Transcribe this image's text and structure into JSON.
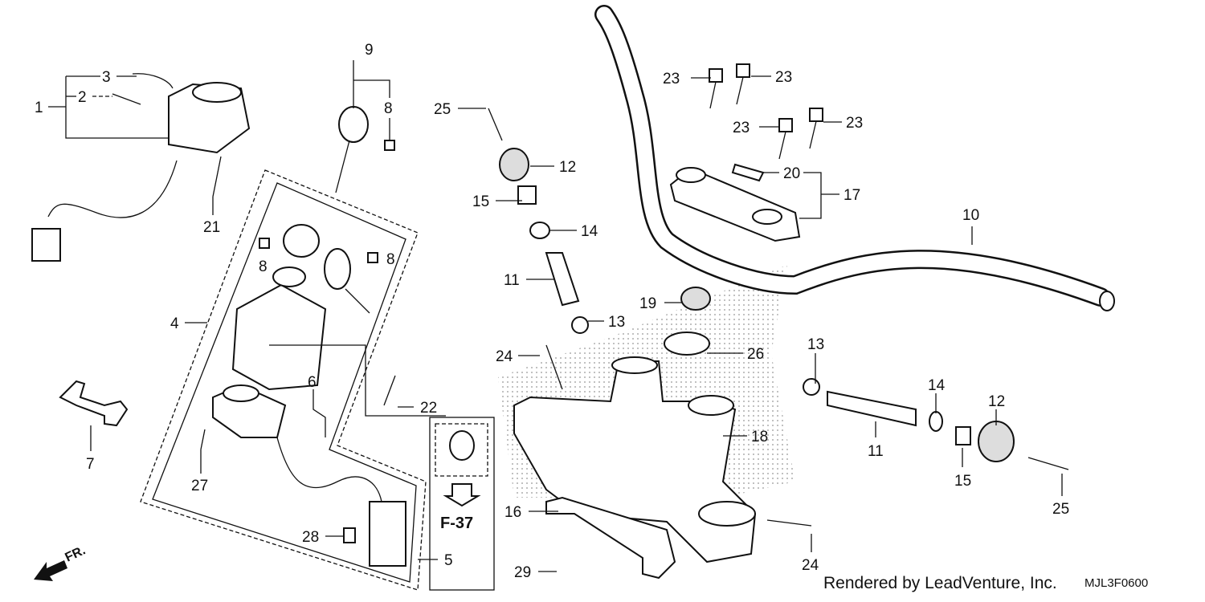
{
  "callouts": {
    "c1": "1",
    "c2": "2",
    "c3": "3",
    "c4": "4",
    "c5": "5",
    "c6": "6",
    "c7": "7",
    "c8a": "8",
    "c8b": "8",
    "c8c": "8",
    "c9": "9",
    "c10": "10",
    "c11a": "11",
    "c11b": "11",
    "c12a": "12",
    "c12b": "12",
    "c13a": "13",
    "c13b": "13",
    "c14a": "14",
    "c14b": "14",
    "c15a": "15",
    "c15b": "15",
    "c16": "16",
    "c17": "17",
    "c18": "18",
    "c19": "19",
    "c20": "20",
    "c21": "21",
    "c22": "22",
    "c23a": "23",
    "c23b": "23",
    "c23c": "23",
    "c23d": "23",
    "c24a": "24",
    "c24b": "24",
    "c25a": "25",
    "c25b": "25",
    "c26": "26",
    "c27": "27",
    "c28": "28",
    "c29": "29"
  },
  "ref": "F-37",
  "fr": "FR.",
  "footer": "Rendered by LeadVenture, Inc.",
  "code": "MJL3F0600"
}
